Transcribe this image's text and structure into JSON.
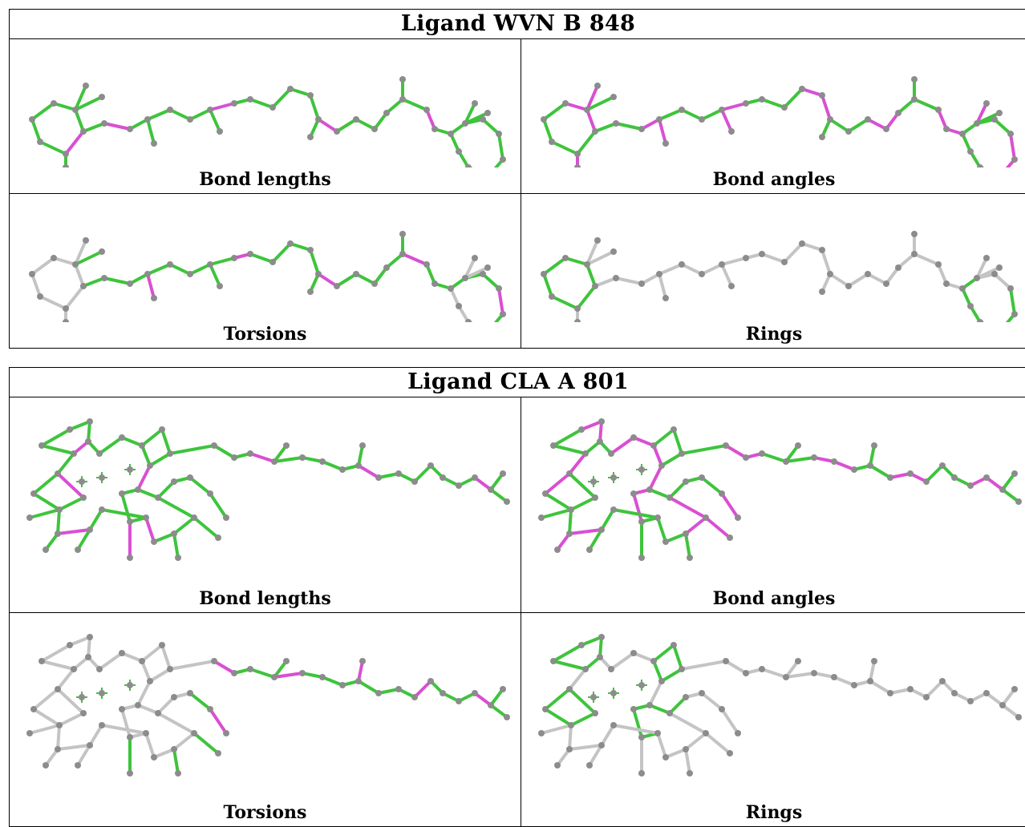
{
  "colors": {
    "green": "#3ec43c",
    "magenta": "#d94fd3",
    "grey": "#c4c4c4",
    "atom": "#8c8c8c",
    "grid_line": "#000000"
  },
  "tables": [
    {
      "title": "Ligand WVN B 848",
      "captions": [
        "Bond lengths",
        "Bond angles",
        "Torsions",
        "Rings"
      ]
    },
    {
      "title": "Ligand CLA A 801",
      "captions": [
        "Bond lengths",
        "Bond angles",
        "Torsions",
        "Rings"
      ]
    }
  ]
}
